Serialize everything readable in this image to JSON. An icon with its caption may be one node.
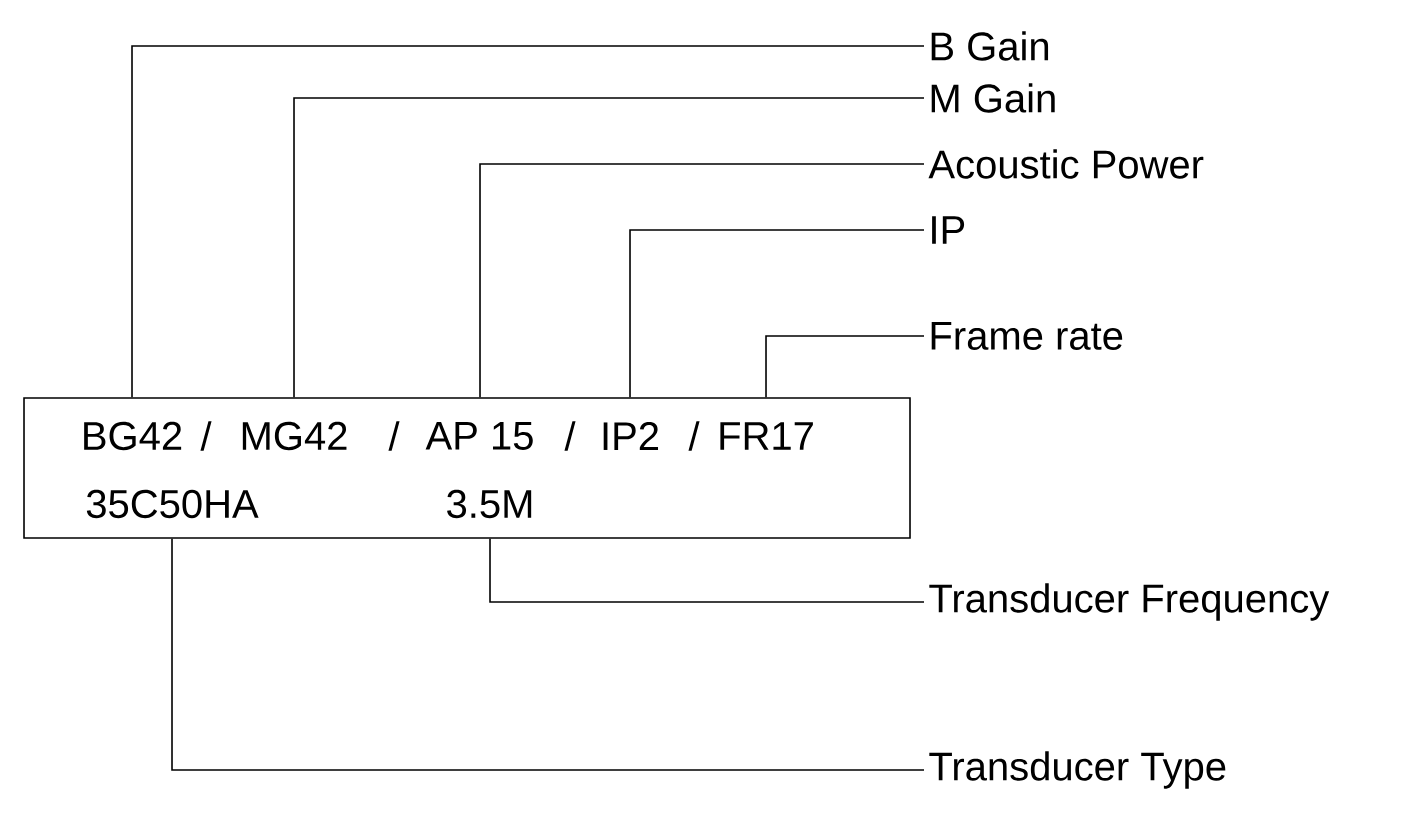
{
  "diagram": {
    "nodes": [
      {
        "text": [],
        "shape": "box"
      },
      {
        "text": [
          "BG42"
        ],
        "in": 0
      },
      {
        "text": [
          "MG42"
        ],
        "in": 0
      },
      {
        "text": [
          "AP 15"
        ],
        "in": 0
      },
      {
        "text": [
          "IP2"
        ],
        "in": 0
      },
      {
        "text": [
          "FR17"
        ],
        "in": 0
      },
      {
        "text": [
          "35C50HA"
        ],
        "in": 0
      },
      {
        "text": [
          "3.5M"
        ],
        "in": 0
      },
      {
        "text": [
          "B Gain"
        ]
      },
      {
        "text": [
          "M Gain"
        ]
      },
      {
        "text": [
          "Acoustic Power"
        ]
      },
      {
        "text": [
          "IP"
        ]
      },
      {
        "text": [
          "Frame rate"
        ]
      },
      {
        "text": [
          "Transducer Frequency"
        ]
      },
      {
        "text": [
          "Transducer Type"
        ]
      }
    ],
    "edges": [
      {
        "from": 8,
        "to": 1,
        "arrow": "none"
      },
      {
        "from": 9,
        "to": 2,
        "arrow": "none"
      },
      {
        "from": 10,
        "to": 3,
        "arrow": "none"
      },
      {
        "from": 11,
        "to": 4,
        "arrow": "none"
      },
      {
        "from": 12,
        "to": 5,
        "arrow": "none"
      },
      {
        "from": 13,
        "to": 7,
        "arrow": "none"
      },
      {
        "from": 14,
        "to": 6,
        "arrow": "none"
      }
    ],
    "labels": [
      "/",
      "/",
      "/",
      "/"
    ]
  }
}
